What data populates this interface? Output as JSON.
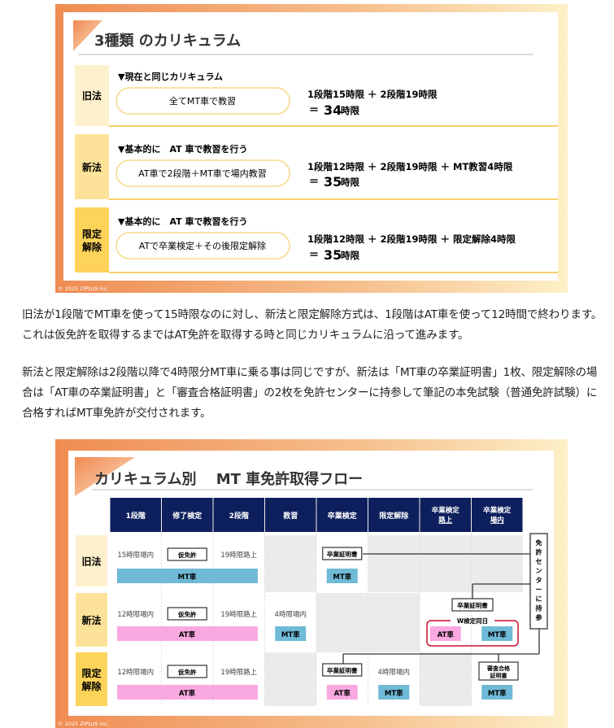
{
  "figure1": {
    "title": "3種類 のカリキュラム",
    "copyright": "© 2025 ZIPLUS Inc.",
    "rows": [
      {
        "label": "旧法",
        "label2": "",
        "heading": "▼現在と同じカリキュラム",
        "pill": "全てMT車で教習",
        "formula": "1段階15時限 ＋ 2段階19時限",
        "total_prefix": "＝",
        "total": "34",
        "total_unit": "時限"
      },
      {
        "label": "新法",
        "label2": "",
        "heading": "▼基本的に　AT 車で教習を行う",
        "pill": "AT車で2段階＋MT車で場内教習",
        "formula": "1段階12時限 ＋ 2段階19時限 ＋ MT教習4時限",
        "total_prefix": "＝",
        "total": "35",
        "total_unit": "時限"
      },
      {
        "label": "限定",
        "label2": "解除",
        "heading": "▼基本的に　AT 車で教習を行う",
        "pill": "ATで卒業検定＋その後限定解除",
        "formula": "1段階12時限 ＋ 2段階19時限 ＋ 限定解除4時限",
        "total_prefix": "＝",
        "total": "35",
        "total_unit": "時限"
      }
    ]
  },
  "paragraphs": {
    "p1": "旧法が1段階でMT車を使って15時限なのに対し、新法と限定解除方式は、1段階はAT車を使って12時間で終わります。これは仮免許を取得するまではAT免許を取得する時と同じカリキュラムに沿って進みます。",
    "p2": "新法と限定解除は2段階以降で4時限分MT車に乗る事は同じですが、新法は「MT車の卒業証明書」1枚、限定解除の場合は「AT車の卒業証明書」と「審査合格証明書」の2枚を免許センターに持参して筆記の本免試験（普通免許試験）に合格すればMT車免許が交付されます。"
  },
  "figure2": {
    "title": "カリキュラム別　 MT 車免許取得フロー",
    "copyright": "© 2025 ZIPLUS Inc.",
    "headers": [
      {
        "l1": "1段階",
        "l2": ""
      },
      {
        "l1": "修了検定",
        "l2": ""
      },
      {
        "l1": "2段階",
        "l2": ""
      },
      {
        "l1": "教習",
        "l2": ""
      },
      {
        "l1": "卒業検定",
        "l2": ""
      },
      {
        "l1": "限定解除",
        "l2": ""
      },
      {
        "l1": "卒業検定",
        "l2": "路上"
      },
      {
        "l1": "卒業検定",
        "l2": "場内"
      }
    ],
    "rows": [
      {
        "label": "旧法",
        "label2": "",
        "stage1": "15時限場内",
        "kari": "仮免許",
        "stage2": "19時限路上",
        "bar": "MT車",
        "cert": "卒業証明書",
        "exam_car": "MT車"
      },
      {
        "label": "新法",
        "label2": "",
        "stage1": "12時限場内",
        "kari": "仮免許",
        "stage2": "19時限路上",
        "bar": "AT車",
        "lesson": "4時限場内",
        "lesson_car": "MT車",
        "cert": "卒業証明書",
        "same_day": "W検定同日",
        "road_car": "AT車",
        "course_car": "MT車"
      },
      {
        "label": "限定",
        "label2": "解除",
        "stage1": "12時限場内",
        "kari": "仮免許",
        "stage2": "19時限路上",
        "bar": "AT車",
        "cert": "卒業証明書",
        "exam_car": "AT車",
        "lesson": "4時限場内",
        "lesson_car": "MT車",
        "cert2_l1": "審査合格",
        "cert2_l2": "証明書",
        "course_car": "MT車"
      }
    ],
    "center_box": [
      "免",
      "許",
      "セ",
      "ン",
      "タ",
      "ー",
      "に",
      "持",
      "参"
    ]
  },
  "colors": {
    "navy": "#0d1f5c",
    "mt": "#6fbad6",
    "at": "#f9a8e0",
    "red": "#c8102e"
  }
}
